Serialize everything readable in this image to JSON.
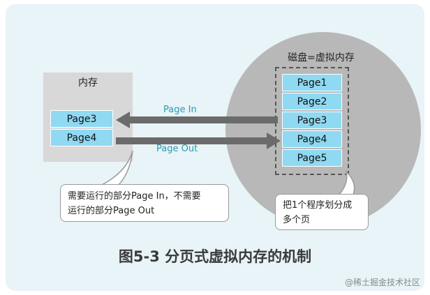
{
  "memory": {
    "title": "内存",
    "pages": [
      "Page3",
      "Page4"
    ]
  },
  "disk": {
    "title": "磁盘=虚拟内存",
    "pages": [
      "Page1",
      "Page2",
      "Page3",
      "Page4",
      "Page5"
    ]
  },
  "arrows": {
    "page_in": "Page In",
    "page_out": "Page Out"
  },
  "callouts": {
    "memory_note_line1": "需要运行的部分Page In，不需要",
    "memory_note_line2": "运行的部分Page Out",
    "disk_note_line1": "把1个程序划分成",
    "disk_note_line2": "多个页"
  },
  "caption": "图5-3  分页式虚拟内存的机制",
  "watermark": "@稀土掘金技术社区",
  "colors": {
    "panel_bg": "#e8f4f7",
    "page_cell": "#8fd9f2",
    "arrow": "#6b6b6b",
    "label_teal": "#2a9bb0"
  }
}
